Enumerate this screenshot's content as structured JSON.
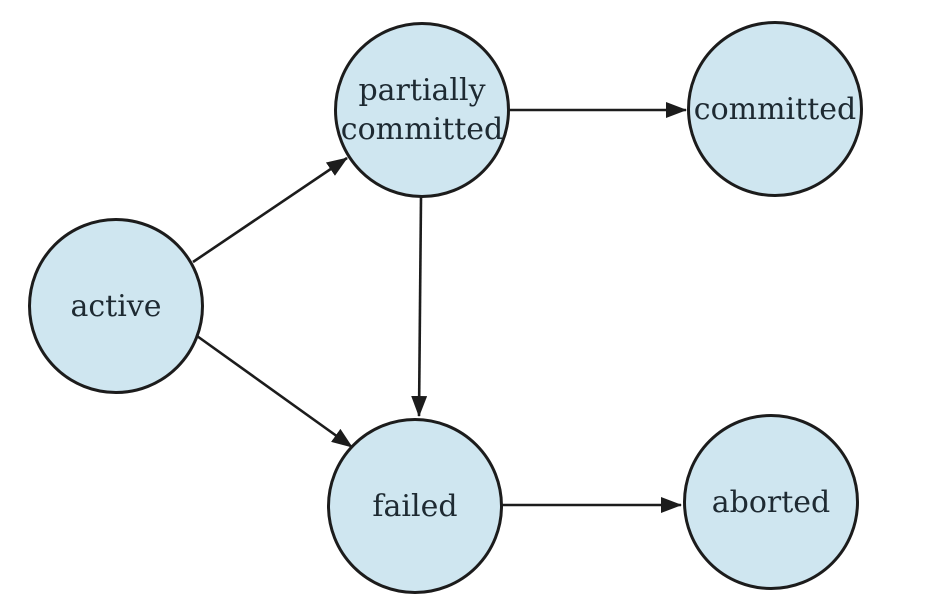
{
  "diagram": {
    "type": "state-transition-diagram",
    "nodes": [
      {
        "id": "active",
        "label": "active"
      },
      {
        "id": "partially-committed",
        "label": "partially committed"
      },
      {
        "id": "committed",
        "label": "committed"
      },
      {
        "id": "failed",
        "label": "failed"
      },
      {
        "id": "aborted",
        "label": "aborted"
      }
    ],
    "edges": [
      {
        "from": "active",
        "to": "partially-committed"
      },
      {
        "from": "active",
        "to": "failed"
      },
      {
        "from": "partially-committed",
        "to": "committed"
      },
      {
        "from": "partially-committed",
        "to": "failed"
      },
      {
        "from": "failed",
        "to": "aborted"
      }
    ],
    "colors": {
      "node_fill": "#cfe6f0",
      "node_stroke": "#1c1c1c",
      "arrow": "#1c1c1c",
      "text": "#1e2a32",
      "background": "#ffffff"
    }
  }
}
